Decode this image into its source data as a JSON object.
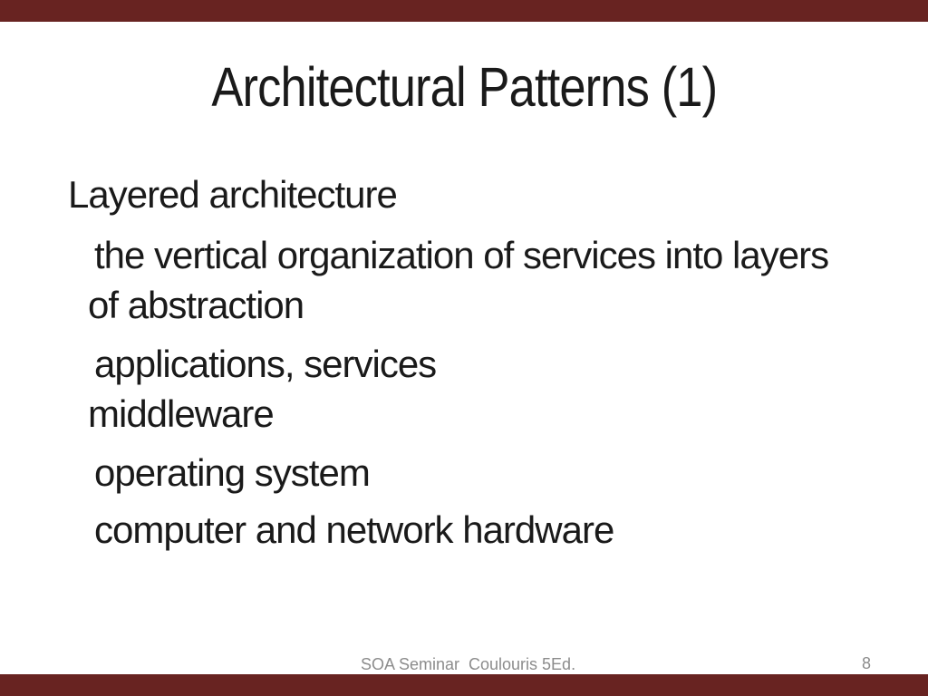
{
  "slide": {
    "title": "Architectural Patterns (1)",
    "body": {
      "lines": [
        {
          "text": "Layered architecture",
          "level": 0
        },
        {
          "text": "the vertical organization of services into layers",
          "level": 1
        },
        {
          "text": "of abstraction",
          "level": 1
        },
        {
          "text": "applications, services",
          "level": 1
        },
        {
          "text": "middleware",
          "level": 1
        },
        {
          "text": "operating system",
          "level": 1
        },
        {
          "text": "computer and network hardware",
          "level": 1
        }
      ]
    },
    "footer": {
      "seminar": "SOA Seminar",
      "reference": "Coulouris 5Ed.",
      "page_number": "8"
    },
    "colors": {
      "accent_bar": "#682321",
      "body_text": "#1a1a1a",
      "footer_text": "#8c8c8c",
      "background": "#ffffff"
    }
  }
}
